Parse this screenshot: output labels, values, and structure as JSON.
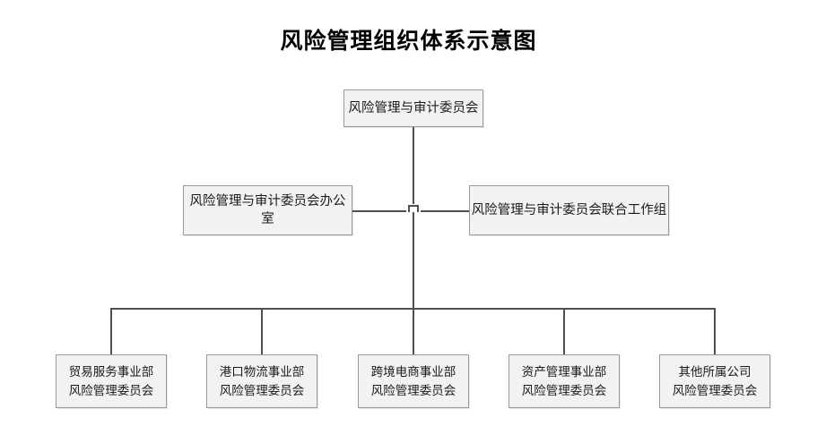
{
  "chart": {
    "title": "风险管理组织体系示意图",
    "type": "org-chart",
    "background_color": "#ffffff",
    "node_fill_color": "#f2f2f2",
    "node_border_color": "#9a9a9a",
    "connector_color": "#4f4f4f"
  },
  "nodes": {
    "root": {
      "label": "风险管理与审计委员会",
      "level": 1
    },
    "office": {
      "label": "风险管理与审计委员会办公室",
      "level": 2
    },
    "workgroup": {
      "label": "风险管理与审计委员会联合工作组",
      "level": 2
    }
  },
  "departments": [
    {
      "line1": "贸易服务事业部",
      "line2": "风险管理委员会",
      "label": "贸易服务事业部\n风险管理委员会"
    },
    {
      "line1": "港口物流事业部",
      "line2": "风险管理委员会",
      "label": "港口物流事业部\n风险管理委员会"
    },
    {
      "line1": "跨境电商事业部",
      "line2": "风险管理委员会",
      "label": "跨境电商事业部\n风险管理委员会"
    },
    {
      "line1": "资产管理事业部",
      "line2": "风险管理委员会",
      "label": "资产管理事业部\n风险管理委员会"
    },
    {
      "line1": "其他所属公司",
      "line2": "风险管理委员会",
      "label": "其他所属公司\n风险管理委员会"
    }
  ]
}
